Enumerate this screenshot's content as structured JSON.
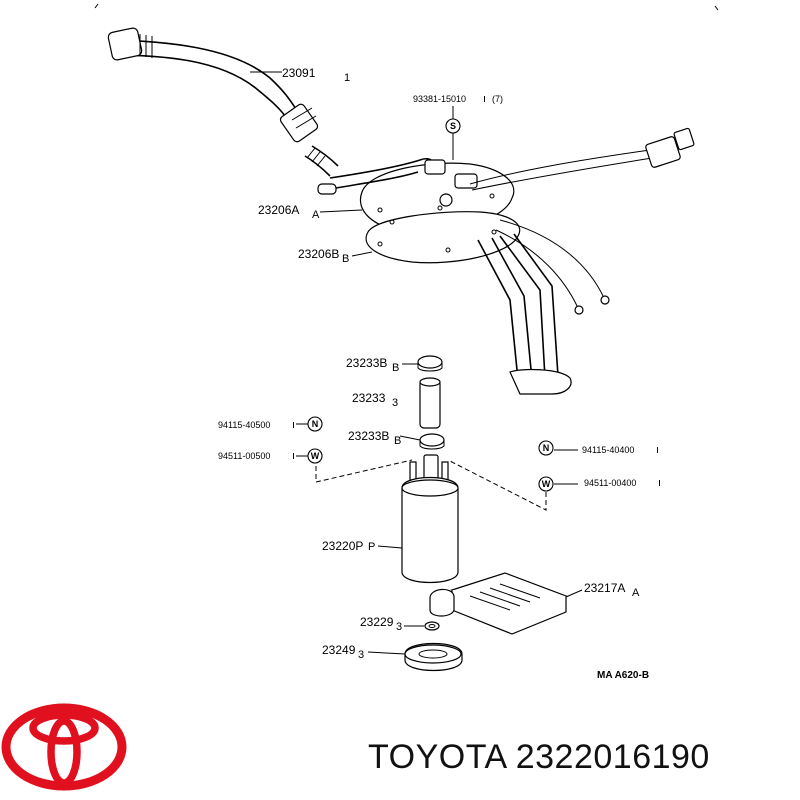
{
  "diagram": {
    "reference": "MA A620-B",
    "parts": [
      {
        "id": "hose",
        "label": "23091",
        "qty": "1"
      },
      {
        "id": "gauge-screw",
        "label": "93381-15010",
        "qty": "(7)"
      },
      {
        "id": "bracket-a",
        "label": "23206A",
        "qty": "A"
      },
      {
        "id": "bracket-b",
        "label": "23206B",
        "qty": "B"
      },
      {
        "id": "clamp-upper",
        "label": "23233B",
        "qty": "B"
      },
      {
        "id": "pump-hose",
        "label": "23233",
        "qty": "3"
      },
      {
        "id": "clamp-lower",
        "label": "23233B",
        "qty": "B"
      },
      {
        "id": "fuel-pump",
        "label": "23220P",
        "qty": "P"
      },
      {
        "id": "filter",
        "label": "23217A",
        "qty": "A"
      },
      {
        "id": "cushion",
        "label": "23229",
        "qty": "3"
      },
      {
        "id": "ring",
        "label": "23249",
        "qty": "3"
      }
    ],
    "fasteners_left": [
      {
        "code": "94115-40500",
        "symbol": "N"
      },
      {
        "code": "94511-00500",
        "symbol": "W"
      }
    ],
    "fasteners_right": [
      {
        "code": "94115-40400",
        "symbol": "N"
      },
      {
        "code": "94511-00400",
        "symbol": "W"
      }
    ],
    "symbols": {
      "screw": "S"
    }
  },
  "brand": {
    "name": "TOYOTA",
    "part_number": "2322016190",
    "logo_color": "#e0101f"
  }
}
